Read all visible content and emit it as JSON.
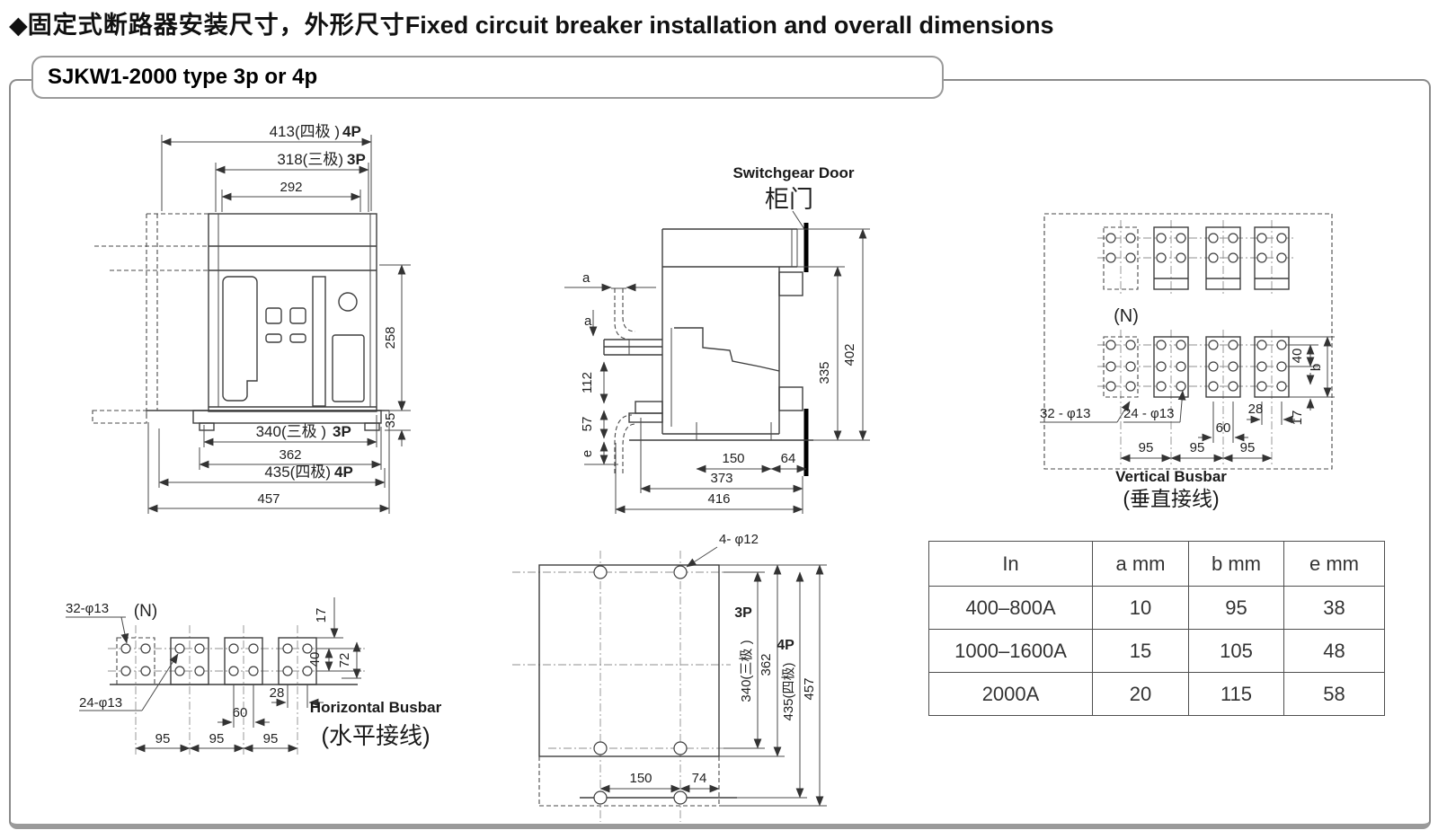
{
  "header": {
    "bullet": "◆",
    "title_cn": "固定式断路器安装尺寸，外形尺寸",
    "title_en": "Fixed circuit breaker installation and overall dimensions"
  },
  "panel": {
    "tab_label": "SJKW1-2000 type 3p or 4p"
  },
  "front_view": {
    "dim_413": "413(四极 )",
    "tag_4p": "4P",
    "dim_318": "318(三极)",
    "tag_3p": "3P",
    "dim_292": "292",
    "dim_258": "258",
    "dim_35": "35",
    "dim_340": "340(三极 )",
    "tag_3p_b": "3P",
    "dim_362": "362",
    "dim_435": "435(四极)",
    "tag_4p_b": "4P",
    "dim_457": "457"
  },
  "side_view": {
    "door_en": "Switchgear Door",
    "door_cn": "柜门",
    "dim_a1": "a",
    "dim_a2": "a",
    "dim_112": "112",
    "dim_57": "57",
    "dim_e": "e",
    "dim_150": "150",
    "dim_64": "64",
    "dim_373": "373",
    "dim_416": "416",
    "dim_335": "335",
    "dim_402": "402"
  },
  "vertical_busbar": {
    "label_n": "(N)",
    "label_32": "32 - φ13",
    "label_24": "24 - φ13",
    "dim_95a": "95",
    "dim_95b": "95",
    "dim_95c": "95",
    "dim_60": "60",
    "dim_28": "28",
    "dim_40": "40",
    "dim_b": "b",
    "dim_17": "17",
    "caption_en": "Vertical Busbar",
    "caption_cn": "(垂直接线)"
  },
  "horizontal_busbar": {
    "label_32": "32-φ13",
    "label_n": "(N)",
    "label_24": "24-φ13",
    "dim_17": "17",
    "dim_40": "40",
    "dim_72": "72",
    "dim_28": "28",
    "dim_60": "60",
    "dim_95a": "95",
    "dim_95b": "95",
    "dim_95c": "95",
    "caption_en": "Horizontal Busbar",
    "caption_cn": "(水平接线)"
  },
  "mounting_plate": {
    "label_holes": "4- φ12",
    "tag_3p": "3P",
    "dim_340": "340(三极 )",
    "dim_362": "362",
    "tag_4p": "4P",
    "dim_435": "435(四极)",
    "dim_457": "457",
    "dim_150": "150",
    "dim_74": "74"
  },
  "spec_table": {
    "headers": [
      "In",
      "a mm",
      "b mm",
      "e mm"
    ],
    "rows": [
      [
        "400–800A",
        "10",
        "95",
        "38"
      ],
      [
        "1000–1600A",
        "15",
        "105",
        "48"
      ],
      [
        "2000A",
        "20",
        "115",
        "58"
      ]
    ]
  }
}
